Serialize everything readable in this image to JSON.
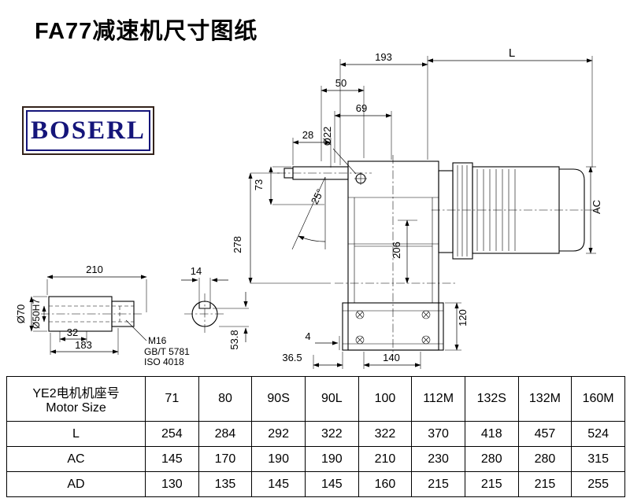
{
  "page": {
    "title": "FA77减速机尺寸图纸"
  },
  "logo": {
    "text": "BOSERL",
    "accent_color": "#15157a"
  },
  "drawing": {
    "dims": {
      "top_width": "193",
      "motor_len": "L",
      "d50": "50",
      "d69": "69",
      "hole_dia": "Ø22",
      "d28": "28",
      "angle": "25°",
      "d73": "73",
      "d278": "278",
      "d206": "206",
      "motor_ac": "AC",
      "d120": "120",
      "d210": "210",
      "d14": "14",
      "shaft_dia": "Ø70",
      "bore_dia": "Ø50H7",
      "d32": "32",
      "d183": "183",
      "bolt": "M16",
      "std_gb": "GB/T 5781",
      "std_iso": "ISO 4018",
      "d53_8": "53.8",
      "d4": "4",
      "d36_5": "36.5",
      "d140": "140"
    }
  },
  "table": {
    "header": {
      "row_label_cn": "YE2电机机座号",
      "row_label_en": "Motor Size",
      "sizes": [
        "71",
        "80",
        "90S",
        "90L",
        "100",
        "112M",
        "132S",
        "132M",
        "160M"
      ]
    },
    "rows": [
      {
        "label": "L",
        "values": [
          "254",
          "284",
          "292",
          "322",
          "322",
          "370",
          "418",
          "457",
          "524"
        ]
      },
      {
        "label": "AC",
        "values": [
          "145",
          "170",
          "190",
          "190",
          "210",
          "230",
          "280",
          "280",
          "315"
        ]
      },
      {
        "label": "AD",
        "values": [
          "130",
          "135",
          "145",
          "145",
          "160",
          "215",
          "215",
          "215",
          "255"
        ]
      }
    ]
  }
}
